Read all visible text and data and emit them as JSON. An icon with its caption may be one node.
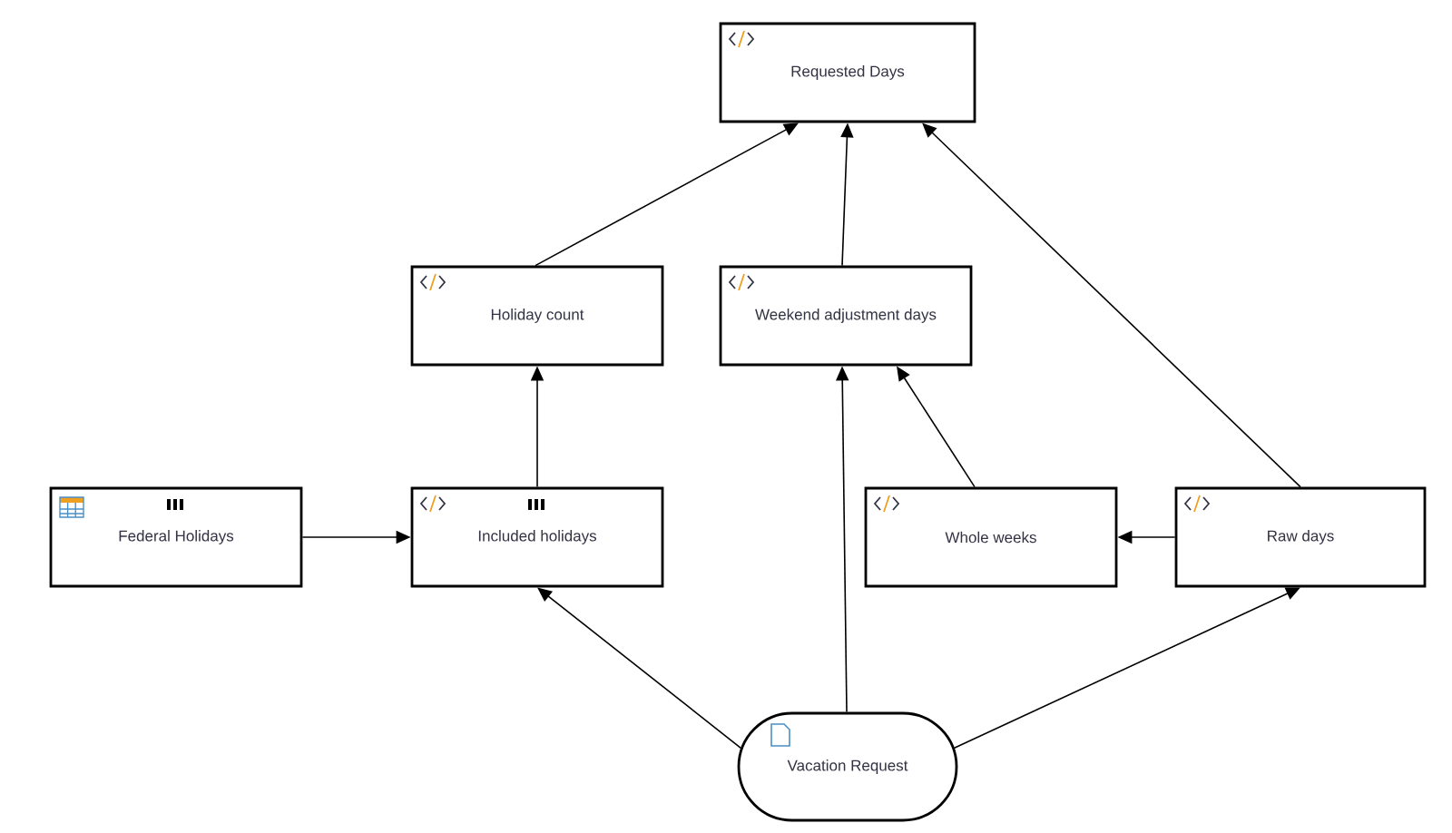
{
  "diagram": {
    "nodes": [
      {
        "text": [
          "Requested Days"
        ]
      },
      {
        "text": [
          "Holiday count"
        ]
      },
      {
        "text": [
          "Weekend adjustment days"
        ]
      },
      {
        "text": [
          "Federal Holidays"
        ]
      },
      {
        "text": [
          "Included holidays"
        ]
      },
      {
        "text": [
          "Whole weeks"
        ]
      },
      {
        "text": [
          "Raw days"
        ]
      },
      {
        "text": [
          "Vacation Request"
        ]
      }
    ],
    "edges": [
      {
        "from": 1,
        "to": 0,
        "arrow": "to"
      },
      {
        "from": 2,
        "to": 0,
        "arrow": "to"
      },
      {
        "from": 6,
        "to": 0,
        "arrow": "to"
      },
      {
        "from": 4,
        "to": 1,
        "arrow": "to"
      },
      {
        "from": 5,
        "to": 2,
        "arrow": "to"
      },
      {
        "from": 3,
        "to": 4,
        "arrow": "to"
      },
      {
        "from": 6,
        "to": 5,
        "arrow": "to"
      },
      {
        "from": 7,
        "to": 4,
        "arrow": "to"
      },
      {
        "from": 7,
        "to": 2,
        "arrow": "to"
      },
      {
        "from": 7,
        "to": 6,
        "arrow": "to"
      }
    ]
  }
}
